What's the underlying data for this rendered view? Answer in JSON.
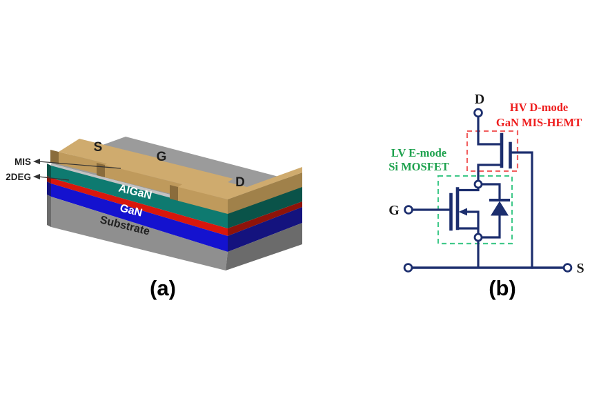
{
  "figure": {
    "panel_a": {
      "caption": "(a)",
      "electrodes": {
        "s": "S",
        "g": "G",
        "d": "D"
      },
      "layers": {
        "algan": "AlGaN",
        "gan": "GaN",
        "substrate": "Substrate"
      },
      "annotations": {
        "mis": "MIS",
        "two_deg": "2DEG"
      },
      "colors": {
        "metal_top": "#cfab6e",
        "metal_front": "#bf9a5c",
        "metal_side": "#8a6c3c",
        "metal_side_right": "#a0814a",
        "mis_top": "#9b9b9b",
        "mis_front": "#c2c2c2",
        "mis_side": "#848484",
        "algan_front": "#0e7a70",
        "algan_side": "#0a5349",
        "deg_front": "#d8170c",
        "deg_side": "#8e130a",
        "gan_front": "#1412cf",
        "gan_side": "#14137e",
        "substrate_front": "#8f8f8f",
        "substrate_side": "#6b6b6b",
        "layer_label_light": "#ffffff",
        "layer_label_dark": "#222222",
        "annotation_color": "#1d1d1d"
      }
    },
    "panel_b": {
      "caption": "(b)",
      "terminals": {
        "d": "D",
        "g": "G",
        "s": "S"
      },
      "hemt_label_line1": "HV D-mode",
      "hemt_label_line2": "GaN MIS-HEMT",
      "mosfet_label_line1": "LV E-mode",
      "mosfet_label_line2": "Si MOSFET",
      "colors": {
        "wire": "#1c2e6e",
        "hemt_text": "#ee1c1c",
        "hemt_box": "#f16060",
        "mosfet_text": "#1ea24e",
        "mosfet_box": "#41c98a",
        "terminal_text": "#1d1d1d",
        "caption_text": "#000000"
      }
    }
  }
}
